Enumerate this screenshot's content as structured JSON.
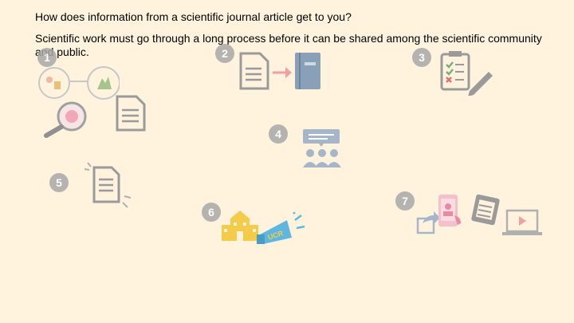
{
  "slide": {
    "title": "How does information from a scientific journal article get to you?",
    "subtitle": "Scientific work must go through a long process before it can be shared among the scientific community and public."
  },
  "steps": [
    {
      "number": "1",
      "icons": [
        "research-lab-icons",
        "magnifier-icon",
        "document-icon"
      ]
    },
    {
      "number": "2",
      "icons": [
        "document-icon",
        "arrow-right-icon",
        "journal-book-icon"
      ]
    },
    {
      "number": "3",
      "icons": [
        "clipboard-checklist-icon",
        "pencil-icon"
      ]
    },
    {
      "number": "4",
      "icons": [
        "presentation-audience-icon"
      ]
    },
    {
      "number": "5",
      "icons": [
        "document-highlight-icon"
      ]
    },
    {
      "number": "6",
      "icons": [
        "school-building-icon",
        "megaphone-icon"
      ],
      "megaphone_text": "UCR"
    },
    {
      "number": "7",
      "icons": [
        "share-icon",
        "mobile-news-icon",
        "newspaper-icon",
        "laptop-video-icon"
      ]
    }
  ],
  "colors": {
    "background": "#fff3de",
    "step_badge": "#a8a8a8",
    "icon_gray": "#9a9a9a",
    "journal_blue": "#8aa0b8",
    "arrow_pink": "#f0a0a0",
    "school_yellow": "#f5cc4a",
    "megaphone_blue": "#5fb7e0"
  }
}
